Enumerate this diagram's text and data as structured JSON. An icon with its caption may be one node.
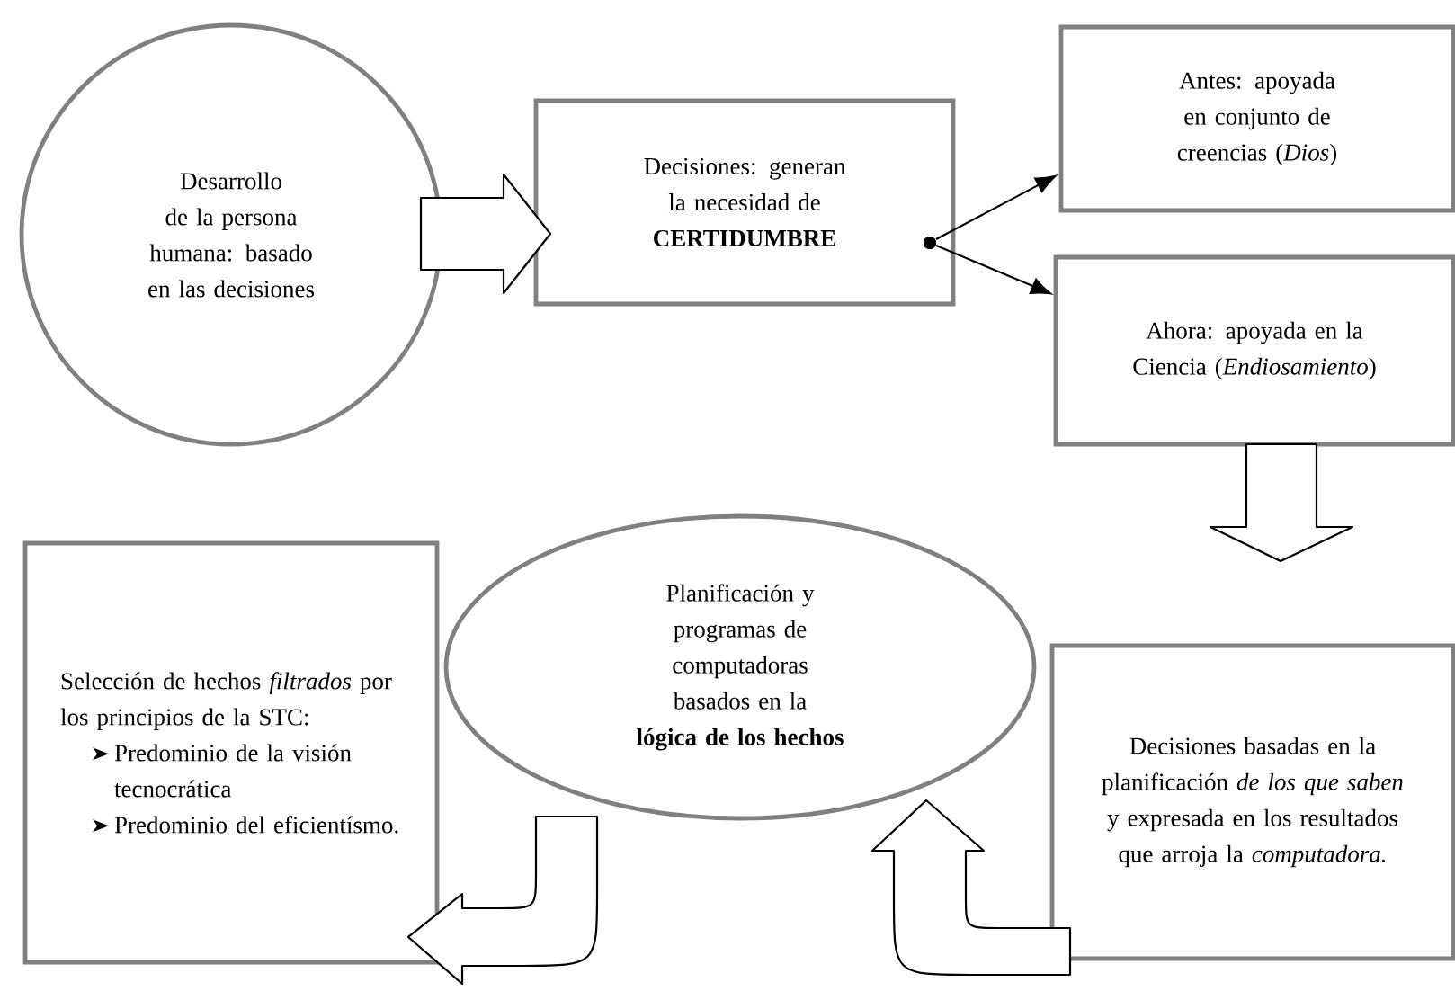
{
  "diagram": {
    "nodes": [
      {
        "text": [
          "Desarrollo de la persona humana: basado en las decisiones"
        ]
      },
      {
        "text": [
          "Decisiones: generan la necesidad de **CERTIDUMBRE**"
        ]
      },
      {
        "text": [
          "Antes: apoyada en conjunto de creencias (*Dios*)"
        ]
      },
      {
        "text": [
          "Ahora: apoyada en la Ciencia (*Endiosamiento*)"
        ]
      },
      {
        "text": [
          "Planificación y programas de computadoras basados en la **lógica de los hechos**"
        ]
      },
      {
        "text": [
          "Selección de hechos *filtrados* por los principios de la STC:",
          "Predominio de la visión tecnocrática",
          "Predominio del eficientísmo."
        ]
      },
      {
        "text": [
          "Decisiones basadas en la planificación *de los que saben* y expresada en los resultados que arroja la *computadora.*"
        ]
      }
    ],
    "edges": [
      {
        "from": 0,
        "to": 1,
        "arrow": "to",
        "style": "thick"
      },
      {
        "from": 1,
        "to": 2,
        "arrow": "to"
      },
      {
        "from": 1,
        "to": 3,
        "arrow": "to"
      },
      {
        "from": 3,
        "to": 6,
        "arrow": "to",
        "style": "thick"
      },
      {
        "from": 6,
        "to": 4,
        "arrow": "to",
        "style": "thick"
      },
      {
        "from": 4,
        "to": 5,
        "arrow": "to",
        "style": "thick"
      }
    ]
  }
}
